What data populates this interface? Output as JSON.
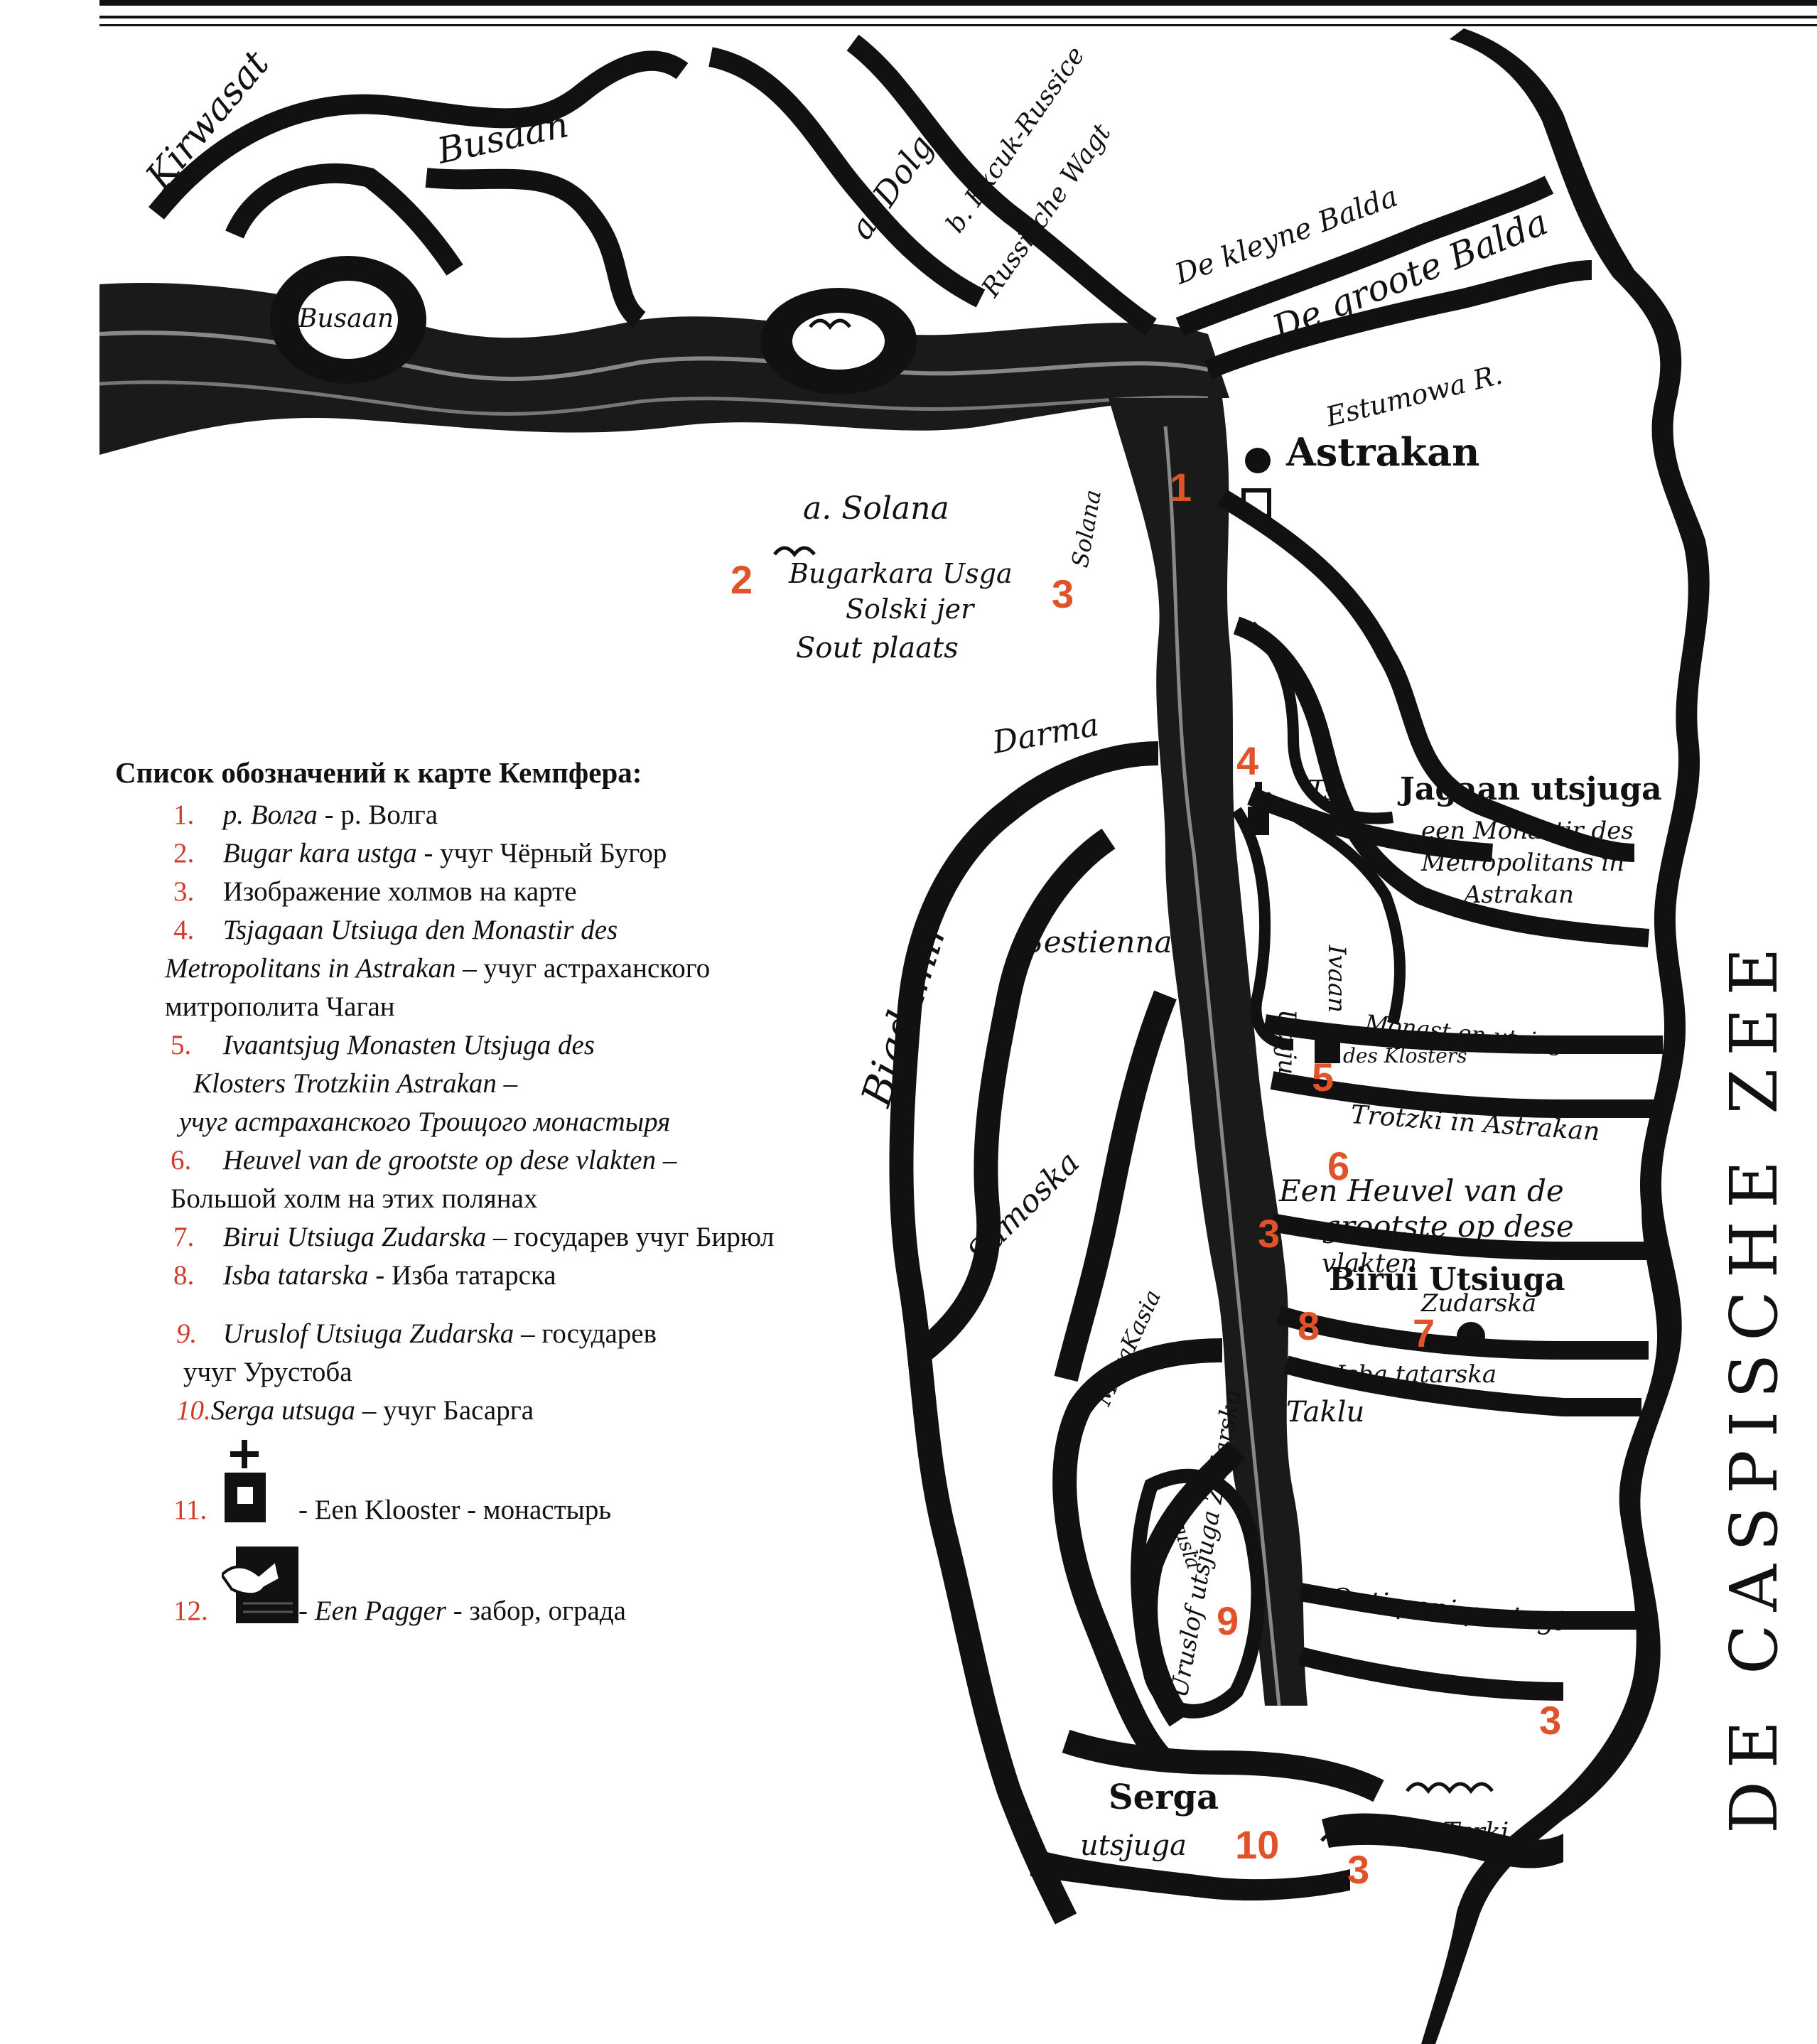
{
  "map": {
    "places": {
      "kirwasat": "Kirwasat",
      "busaan_top": "Busaan",
      "busaan_island": "Busaan",
      "dolgo": "a. Dolgo",
      "excuk": "b. Excuk-Russice",
      "wagt": "Russische Wagt",
      "kleyne_balda": "De kleyne Balda",
      "groote_balda": "De groote Balda",
      "estumowa": "Estumowa R.",
      "astrakan": "Astrakan",
      "solana_a": "a. Solana",
      "solana_b": "Solana",
      "bugarkara_1": "Bugarkara Usga",
      "bugarkara_2": "Solski jer",
      "bugarkara_3": "Sout plaats",
      "darma": "Darma",
      "ts": "Ts",
      "jagaan_1": "Jagaan utsjuga",
      "jagaan_2": "een Monastir des",
      "jagaan_3": "Metropolitans in",
      "jagaan_4": "Astrakan",
      "bigdamir": "Bigdamir",
      "sestienna": "Sestienna",
      "utsjug": "Utsjug",
      "ivaan": "Ivaan",
      "monast_1": "Monast en utsjuga",
      "monast_2": "des Klosters",
      "trotzki": "Trotzki in Astrakan",
      "samoska": "Samoska",
      "heuvel_1": "Een Heuvel van de",
      "heuvel_2": "grootste op dese",
      "heuvel_3": "vlakten",
      "birui_1": "Birui Utsiuga",
      "birui_2": "Zudarska",
      "isba": "Isba tatarska",
      "marakasia": "MaraKasia",
      "taklu": "Taklu",
      "urusla": "Urusla",
      "uruslof": "Uruslof utsjuga Zudarska",
      "ontiponi": "Onti poni protogi",
      "serga_1": "Serga",
      "serga_2": "utsjuga",
      "tarki": "Tarki",
      "sea": "DE CASPISCHE ZEE"
    },
    "markers": {
      "m1": "1",
      "m2": "2",
      "m3a": "3",
      "m3b": "3",
      "m3c": "3",
      "m3d": "3",
      "m4": "4",
      "m5": "5",
      "m6": "6",
      "m7": "7",
      "m8": "8",
      "m9": "9",
      "m10": "10"
    },
    "marker_color": "#e0522a"
  },
  "legend": {
    "title": "Список обозначений к карте Кемпфера:",
    "items": [
      {
        "n": "1.",
        "italic": "р. Волга",
        "rest": " - р. Волга"
      },
      {
        "n": "2.",
        "italic": "Bugar kara ustga",
        "rest": "  - учуг Чёрный Бугор"
      },
      {
        "n": "3.",
        "italic": "",
        "rest": "Изображение холмов на карте"
      },
      {
        "n": "4.",
        "italic": "Tsjagaan Utsiuga den Monastir des",
        "rest": ""
      },
      {
        "n": "",
        "italic": "Metropolitans in Astrakan",
        "rest": " – учуг астраханского"
      },
      {
        "n": "",
        "italic": "",
        "rest": "митрополита Чаган"
      },
      {
        "n": "5.",
        "italic": "Ivaantsjug Monasten Utsjuga des",
        "rest": ""
      },
      {
        "n": "",
        "italic": "Klosters Trotzkiin Astrakan",
        "rest": " –"
      },
      {
        "n": "",
        "italic": "учуг астраханского Троицого монастыря",
        "rest": ""
      },
      {
        "n": "6.",
        "italic": "Heuvel van de grootste op dese vlakten",
        "rest": " –"
      },
      {
        "n": "",
        "italic": "",
        "rest": "Большой холм на этих полянах"
      },
      {
        "n": "7.",
        "italic": "Birui Utsiuga Zudarska",
        "rest": " – государев учуг Бирюл"
      },
      {
        "n": "8.",
        "italic": "Isba tatarska",
        "rest": " - Изба татарска"
      },
      {
        "n": "9.",
        "italic": "Uruslof Utsiuga Zudarska",
        "rest": " – государев"
      },
      {
        "n": "",
        "italic": "",
        "rest": "учуг Урустоба"
      },
      {
        "n": "10.",
        "italic": "Serga utsuga",
        "rest": " – учуг Басарга"
      },
      {
        "n": "11.",
        "italic": "",
        "rest": " - Een Klooster - монастырь"
      },
      {
        "n": "12.",
        "italic": "",
        "rest": " - ",
        "italic2": "Een Pagger",
        "rest2": " - забор, ограда"
      }
    ]
  }
}
